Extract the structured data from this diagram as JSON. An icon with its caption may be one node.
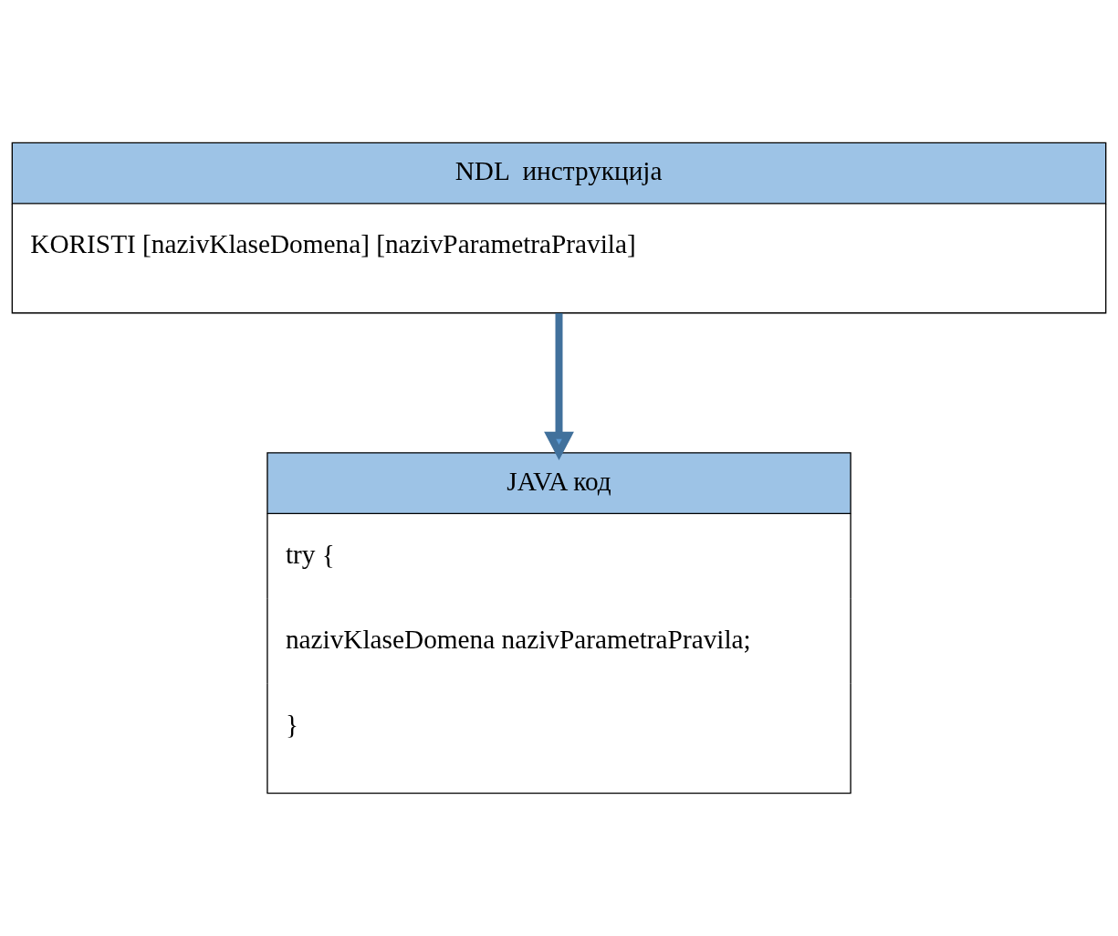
{
  "diagram": {
    "nodes": [
      {
        "text": [
          "NDL  инструкција",
          "KORISTI [nazivKlaseDomena] [nazivParametraPravila]"
        ]
      },
      {
        "text": [
          "JAVA код",
          "try {",
          "nazivKlaseDomena nazivParametraPravila;",
          "}"
        ]
      }
    ],
    "edges": [
      {
        "from": 0,
        "to": 1,
        "arrow": "to"
      }
    ]
  }
}
